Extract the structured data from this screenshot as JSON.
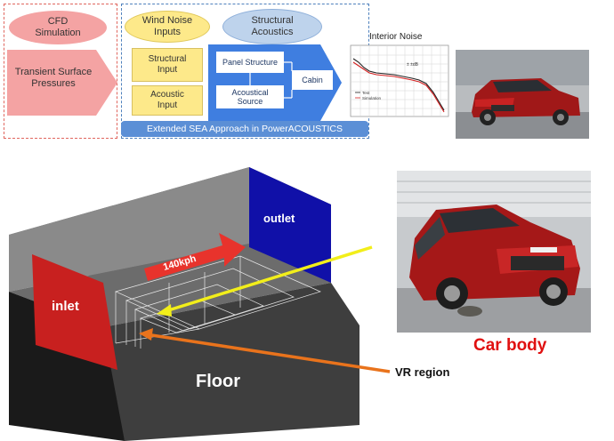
{
  "workflow": {
    "cfd_simulation": "CFD\nSimulation",
    "transient_surface_pressures": "Transient Surface\nPressures",
    "wind_noise_inputs": "Wind Noise\nInputs",
    "structural_acoustics": "Structural\nAcoustics",
    "structural_input": "Structural\nInput",
    "acoustic_input": "Acoustic\nInput",
    "panel_structure": "Panel Structure",
    "acoustical_source": "Acoustical\nSource",
    "cabin": "Cabin",
    "sea_band": "Extended SEA Approach in PowerACOUSTICS"
  },
  "interior_noise_chart": {
    "title": "Interior Noise",
    "legend": [
      "Test",
      "Simulation"
    ]
  },
  "domain_diagram": {
    "outlet": "outlet",
    "inlet": "inlet",
    "speed": "140kph",
    "floor": "Floor",
    "vr_region": "VR region",
    "car_body": "Car body"
  },
  "colors": {
    "inlet": "#c8201f",
    "outlet": "#1010a8",
    "speed_arrow": "#e8332c",
    "car_body_text": "#e01010",
    "yellow_pointer": "#f2ee1a",
    "orange_pointer": "#e9731c",
    "sea_band": "#5b8fd6"
  },
  "icons": [
    "suv-photo-small",
    "suv-photo-large"
  ]
}
